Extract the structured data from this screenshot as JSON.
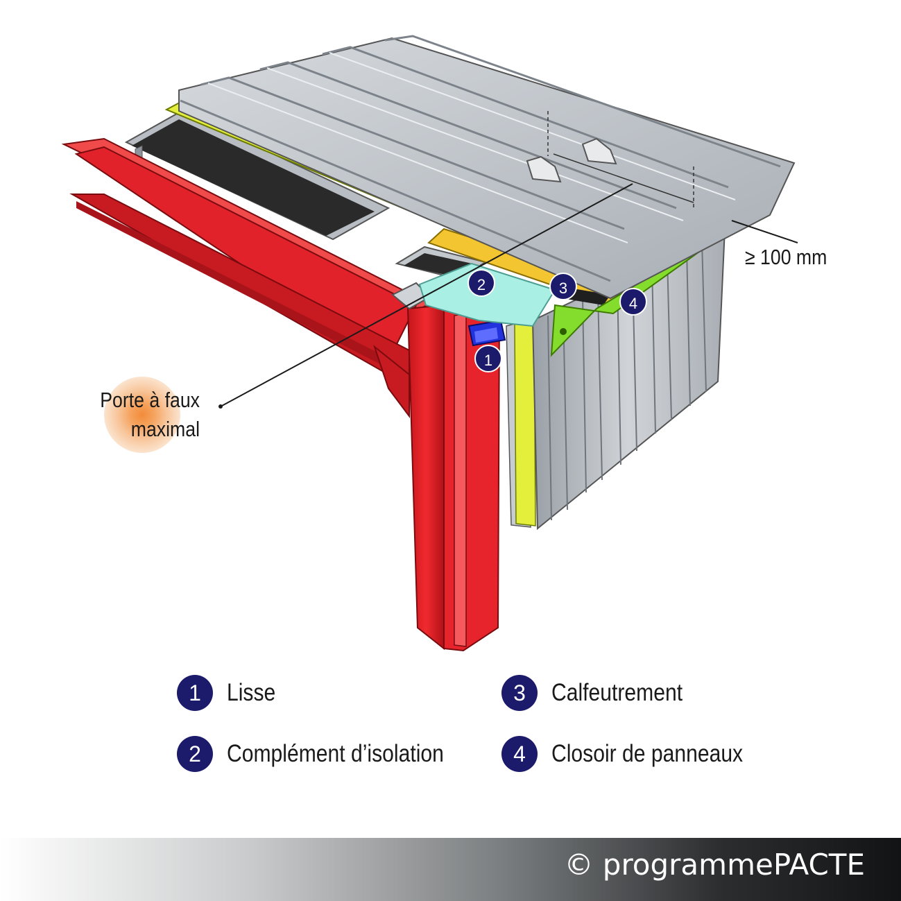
{
  "dimension_label": "≥ 100 mm",
  "overhang_label": {
    "line1": "Porte à faux",
    "line2": "maximal"
  },
  "markers": [
    "1",
    "2",
    "3",
    "4"
  ],
  "legend": [
    {
      "number": "1",
      "label": "Lisse"
    },
    {
      "number": "2",
      "label": "Complément d’isolation"
    },
    {
      "number": "3",
      "label": "Calfeutrement"
    },
    {
      "number": "4",
      "label": "Closoir de panneaux"
    }
  ],
  "copyright": "© programmePACTE",
  "colors": {
    "steel_frame": "#e8212a",
    "roof_sheet": "#b9bec4",
    "insulation": "#e3ef3a",
    "complement_insulation": "#a9efe4",
    "calfeutrement": "#f2c531",
    "closoir": "#84dd2c",
    "lisse": "#2233dd",
    "marker": "#1b1a6b"
  }
}
